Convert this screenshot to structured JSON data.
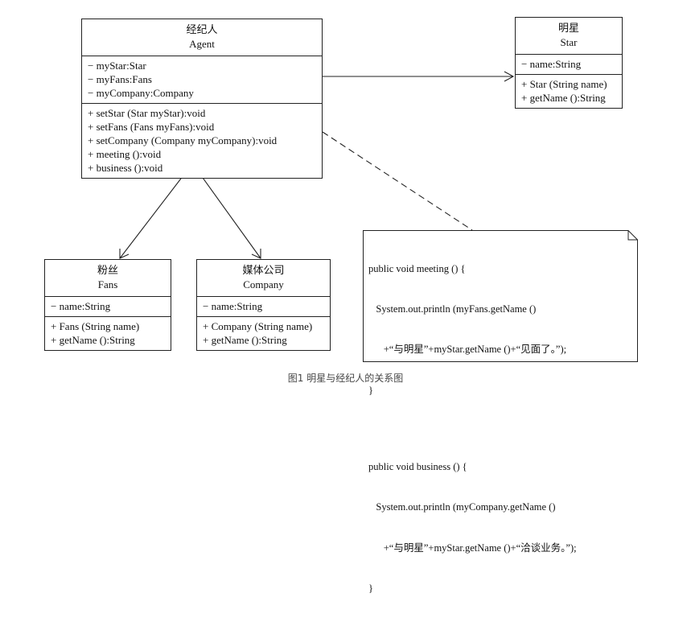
{
  "agent": {
    "name_cn": "经纪人",
    "name_en": "Agent",
    "attributes": [
      "− myStar:Star",
      "− myFans:Fans",
      "− myCompany:Company"
    ],
    "methods": [
      "+ setStar (Star myStar):void",
      "+ setFans (Fans myFans):void",
      "+ setCompany (Company myCompany):void",
      "+ meeting ():void",
      "+ business ():void"
    ]
  },
  "star": {
    "name_cn": "明星",
    "name_en": "Star",
    "attributes": [
      "− name:String"
    ],
    "methods": [
      "+ Star (String name)",
      "+ getName ():String"
    ]
  },
  "fans": {
    "name_cn": "粉丝",
    "name_en": "Fans",
    "attributes": [
      "− name:String"
    ],
    "methods": [
      "+ Fans (String name)",
      "+ getName ():String"
    ]
  },
  "company": {
    "name_cn": "媒体公司",
    "name_en": "Company",
    "attributes": [
      "− name:String"
    ],
    "methods": [
      "+ Company (String name)",
      "+ getName ():String"
    ]
  },
  "note": {
    "meeting_lines": [
      "public void meeting () {",
      "   System.out.println (myFans.getName ()",
      "      +“与明星”+myStar.getName ()+“见面了。”);",
      "}"
    ],
    "business_lines": [
      "public void business () {",
      "   System.out.println (myCompany.getName ()",
      "      +“与明星”+myStar.getName ()+“洽谈业务。”);",
      "}"
    ]
  },
  "caption": "图1 明星与经纪人的关系图"
}
